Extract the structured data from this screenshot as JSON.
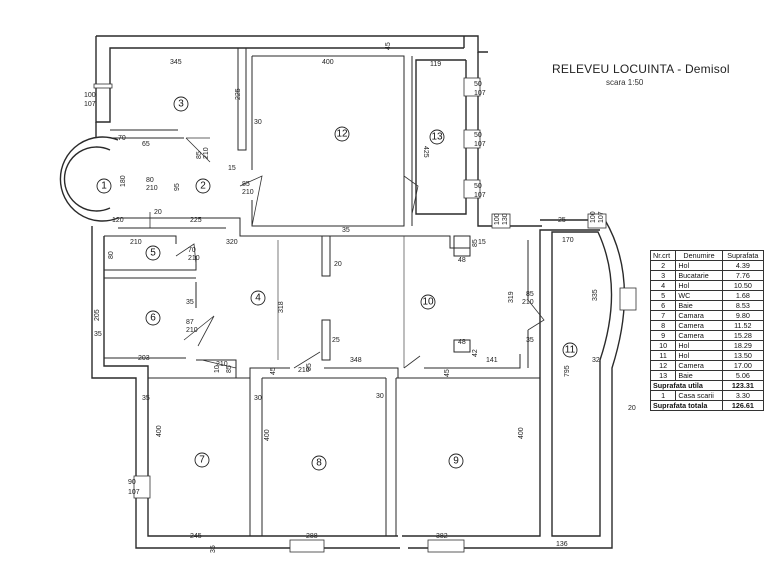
{
  "header": {
    "title": "RELEVEU LOCUINTA - Demisol",
    "scale": "scara 1:50"
  },
  "rooms": [
    "1",
    "2",
    "3",
    "4",
    "5",
    "6",
    "7",
    "8",
    "9",
    "10",
    "11",
    "12",
    "13"
  ],
  "dims": {
    "d345": "345",
    "d400a": "400",
    "d119": "119",
    "d45a": "45",
    "d225a": "225",
    "d30a": "30",
    "d50a": "50",
    "d107a": "107",
    "d100": "100",
    "d107b": "107",
    "d70": "70",
    "d65": "65",
    "d85_210a": "85",
    "d210a": "210",
    "d15": "15",
    "d50b": "50",
    "d107c": "107",
    "d425": "425",
    "d180": "180",
    "d80": "80",
    "d210b": "210",
    "d95": "95",
    "d85b": "85",
    "d210c": "210",
    "d50c": "50",
    "d107d": "107",
    "d120": "120",
    "d20a": "20",
    "d225b": "225",
    "d35a": "35",
    "d100b": "100",
    "d130": "130",
    "d25a": "25",
    "d100c": "100",
    "d107e": "107",
    "d210d": "210",
    "d80b": "80",
    "d70b": "70",
    "d210e": "210",
    "d320": "320",
    "d20b": "20",
    "d48a": "48",
    "d170": "170",
    "d85c": "85",
    "d15b": "15",
    "d205": "205",
    "d35b": "35",
    "d35c": "35",
    "d87": "87",
    "d210f": "210",
    "d318": "318",
    "d319": "319",
    "d335": "335",
    "d85_210g": "85",
    "d210g": "210",
    "d203": "203",
    "d25b": "25",
    "d35d": "35",
    "d48b": "48",
    "d42": "42",
    "d32": "32",
    "d10": "10",
    "d85d": "85",
    "d210h": "210",
    "d45b": "45",
    "d85e": "85",
    "d210i": "210",
    "d348": "348",
    "d45c": "45",
    "d141": "141",
    "d795": "795",
    "d35e": "35",
    "d30b": "30",
    "d30c": "30",
    "d20c": "20",
    "d400b": "400",
    "d400c": "400",
    "d400d": "400",
    "d90": "90",
    "d107f": "107",
    "d245": "245",
    "d35f": "35",
    "d288": "288",
    "d382": "382",
    "d136": "136"
  },
  "table": {
    "headers": [
      "Nr.crt",
      "Denumire",
      "Suprafata"
    ],
    "rows": [
      [
        "2",
        "Hol",
        "4.39"
      ],
      [
        "3",
        "Bucatarie",
        "7.76"
      ],
      [
        "4",
        "Hol",
        "10.50"
      ],
      [
        "5",
        "WC",
        "1.68"
      ],
      [
        "6",
        "Baie",
        "8.53"
      ],
      [
        "7",
        "Camara",
        "9.80"
      ],
      [
        "8",
        "Camera",
        "11.52"
      ],
      [
        "9",
        "Camera",
        "15.28"
      ],
      [
        "10",
        "Hol",
        "18.29"
      ],
      [
        "11",
        "Hol",
        "13.50"
      ],
      [
        "12",
        "Camera",
        "17.00"
      ],
      [
        "13",
        "Baie",
        "5.06"
      ]
    ],
    "utila_label": "Suprafata utila",
    "utila_value": "123.31",
    "scari_nr": "1",
    "scari_label": "Casa scarii",
    "scari_value": "3.30",
    "totala_label": "Suprafata totala",
    "totala_value": "126.61"
  }
}
